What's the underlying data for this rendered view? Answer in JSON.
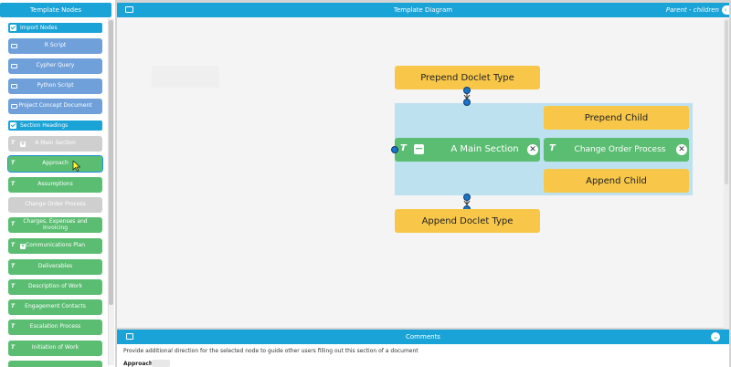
{
  "left_panel": {
    "title": "Template Nodes",
    "import_section": "Import Nodes",
    "import_items": [
      "R Script",
      "Cypher Query",
      "Python Script",
      "Project Concept Document"
    ],
    "section_headings": "Section Headings",
    "section_items": [
      "A Main Section",
      "Approach",
      "Assumptions",
      "Change Order Process",
      "Charges, Expenses and Invoicing",
      "Communications Plan",
      "Deliverables",
      "Description of Work",
      "Engagement Contacts",
      "Escalation Process",
      "Initiation of Work"
    ]
  },
  "diagram": {
    "title": "Template Diagram",
    "mode": "Parent - children",
    "prepend_doclet": "Prepend Doclet Type",
    "append_doclet": "Append Doclet Type",
    "main_node": "A Main Section",
    "prepend_child": "Prepend Child",
    "child_node": "Change Order Process",
    "append_child": "Append Child"
  },
  "comments": {
    "title": "Comments",
    "hint": "Provide additional direction for the selected node to guide other users filling out this section of a document",
    "node_label": "Approach"
  },
  "colors": {
    "accent": "#1aa3d6",
    "node_green": "#5bbd72",
    "node_blue": "#6fa0da",
    "node_yellow": "#f8c74a",
    "container_blue": "#bde1ee"
  }
}
